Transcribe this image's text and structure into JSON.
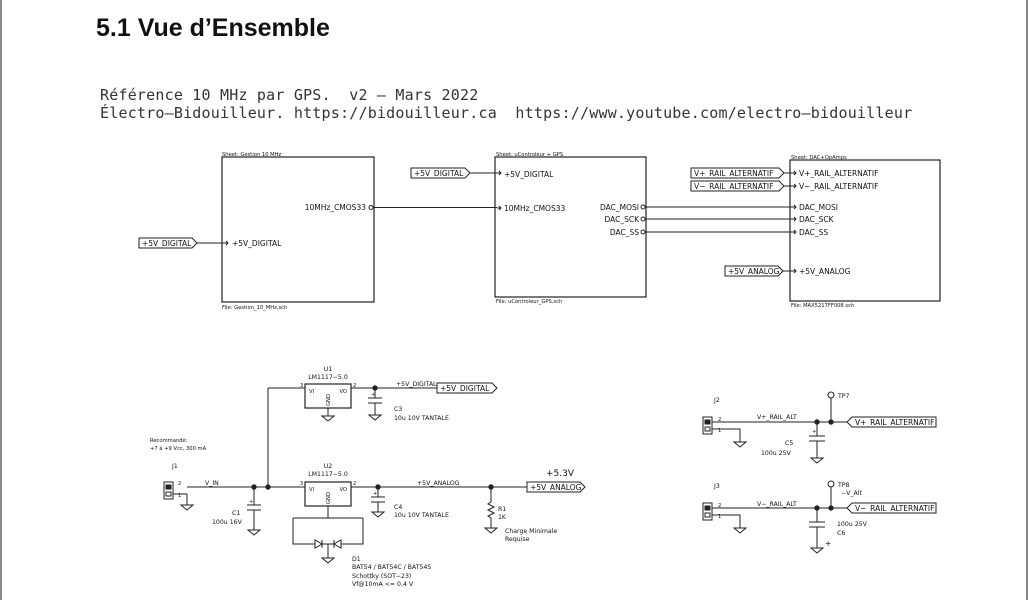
{
  "page": {
    "title": "5.1 Vue d’Ensemble"
  },
  "schematic_header": {
    "line1": "Référence 10 MHz par GPS.  v2 — Mars 2022",
    "line2": "Électro—Bidouilleur. https://bidouilleur.ca  https://www.youtube.com/electro—bidouilleur"
  },
  "sheets": {
    "gestion": {
      "title": "Sheet: Gestion 10 MHz",
      "file": "File: Gestion_10_MHz.sch",
      "pins": {
        "out_10mhz": "10MHz_CMOS33",
        "in_5v": "+5V_DIGITAL"
      }
    },
    "ucontroleur": {
      "title": "Sheet: uControleur + GPS",
      "file": "File: uControleur_GPS.sch",
      "pins": {
        "in_5v": "+5V_DIGITAL",
        "in_10mhz": "10MHz_CMOS33",
        "dac_mosi": "DAC_MOSI",
        "dac_sck": "DAC_SCK",
        "dac_ss": "DAC_SS"
      }
    },
    "dac": {
      "title": "Sheet: DAC+OpAmps",
      "file": "File: MAX5217FF008.sch",
      "pins": {
        "vplus": "V+_RAIL_ALTERNATIF",
        "vminus": "V−_RAIL_ALTERNATIF",
        "dac_mosi": "DAC_MOSI",
        "dac_sck": "DAC_SCK",
        "dac_ss": "DAC_SS",
        "in_5v_analog": "+5V_ANALOG"
      }
    }
  },
  "net_labels": {
    "top_5v_digital": "+5V_DIGITAL",
    "left_5v_digital": "+5V_DIGITAL",
    "vplus_alt": "V+_RAIL_ALTERNATIF",
    "vminus_alt": "V−_RAIL_ALTERNATIF",
    "analog_5v": "+5V_ANALOG",
    "psu_5v_digital": "+5V_DIGITAL",
    "psu_5v_analog": "+5V_ANALOG",
    "j2_out": "V+_RAIL_ALTERNATIF",
    "j3_out": "V−_RAIL_ALTERNATIF"
  },
  "power_supply": {
    "u1_ref": "U1",
    "u1_value": "LM1117−5.0",
    "u2_ref": "U2",
    "u2_value": "LM1117−5.0",
    "pin_vi": "VI",
    "pin_vo": "VO",
    "pin_gnd": "GND",
    "net_5v_digital": "+5V_DIGITAL",
    "net_5v_analog": "+5V_ANALOG",
    "net_vin": "V_IN",
    "c3_ref": "C3",
    "c3_value": "10u 10V TANTALE",
    "c4_ref": "C4",
    "c4_value": "10u 10V TANTALE",
    "c1_ref": "C1",
    "c1_value": "100u 16V",
    "r1_ref": "R1",
    "r1_value": "1K",
    "r1_note1": "Charge Minimale",
    "r1_note2": "Requise",
    "j1_ref": "J1",
    "recommend1": "Recommandé:",
    "recommend2": "+7 à +9 Vcc, 300 mA",
    "d1_ref": "D1",
    "d1_value": "BAT54 / BAT54C / BAT54S",
    "d1_note1": "Schottky (SOT−23)",
    "d1_note2": "Vf@10mA <= 0,4 V",
    "plus53": "+5.3V"
  },
  "alt_rails": {
    "j2_ref": "J2",
    "j3_ref": "J3",
    "tp7": "TP7",
    "tp8": "TP8",
    "tp8_net": "−V_Alt",
    "net_vplus": "V+_RAIL_ALT",
    "net_vminus": "V−_RAIL_ALT",
    "c5_ref": "C5",
    "c5_value": "100u 25V",
    "c6_ref": "C6",
    "c6_value": "100u 25V"
  },
  "pin_numbers": {
    "p1": "1",
    "p2": "2",
    "p3": "3"
  }
}
